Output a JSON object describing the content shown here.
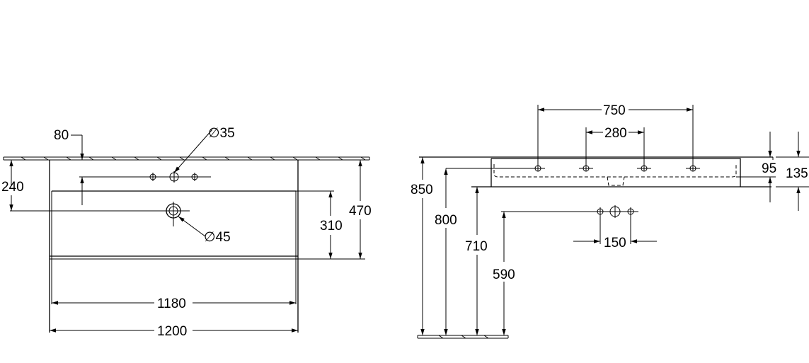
{
  "front_view": {
    "labels": {
      "dim_80": "80",
      "dim_dia35": "∅35",
      "dim_240": "240",
      "dim_dia45": "∅45",
      "dim_310": "310",
      "dim_470": "470",
      "dim_1180": "1180",
      "dim_1200": "1200"
    }
  },
  "side_view": {
    "labels": {
      "dim_750": "750",
      "dim_280": "280",
      "dim_95": "95",
      "dim_135": "135",
      "dim_850": "850",
      "dim_800": "800",
      "dim_710": "710",
      "dim_590": "590",
      "dim_150": "150"
    }
  },
  "colors": {
    "line": "#000000",
    "background": "#ffffff"
  }
}
